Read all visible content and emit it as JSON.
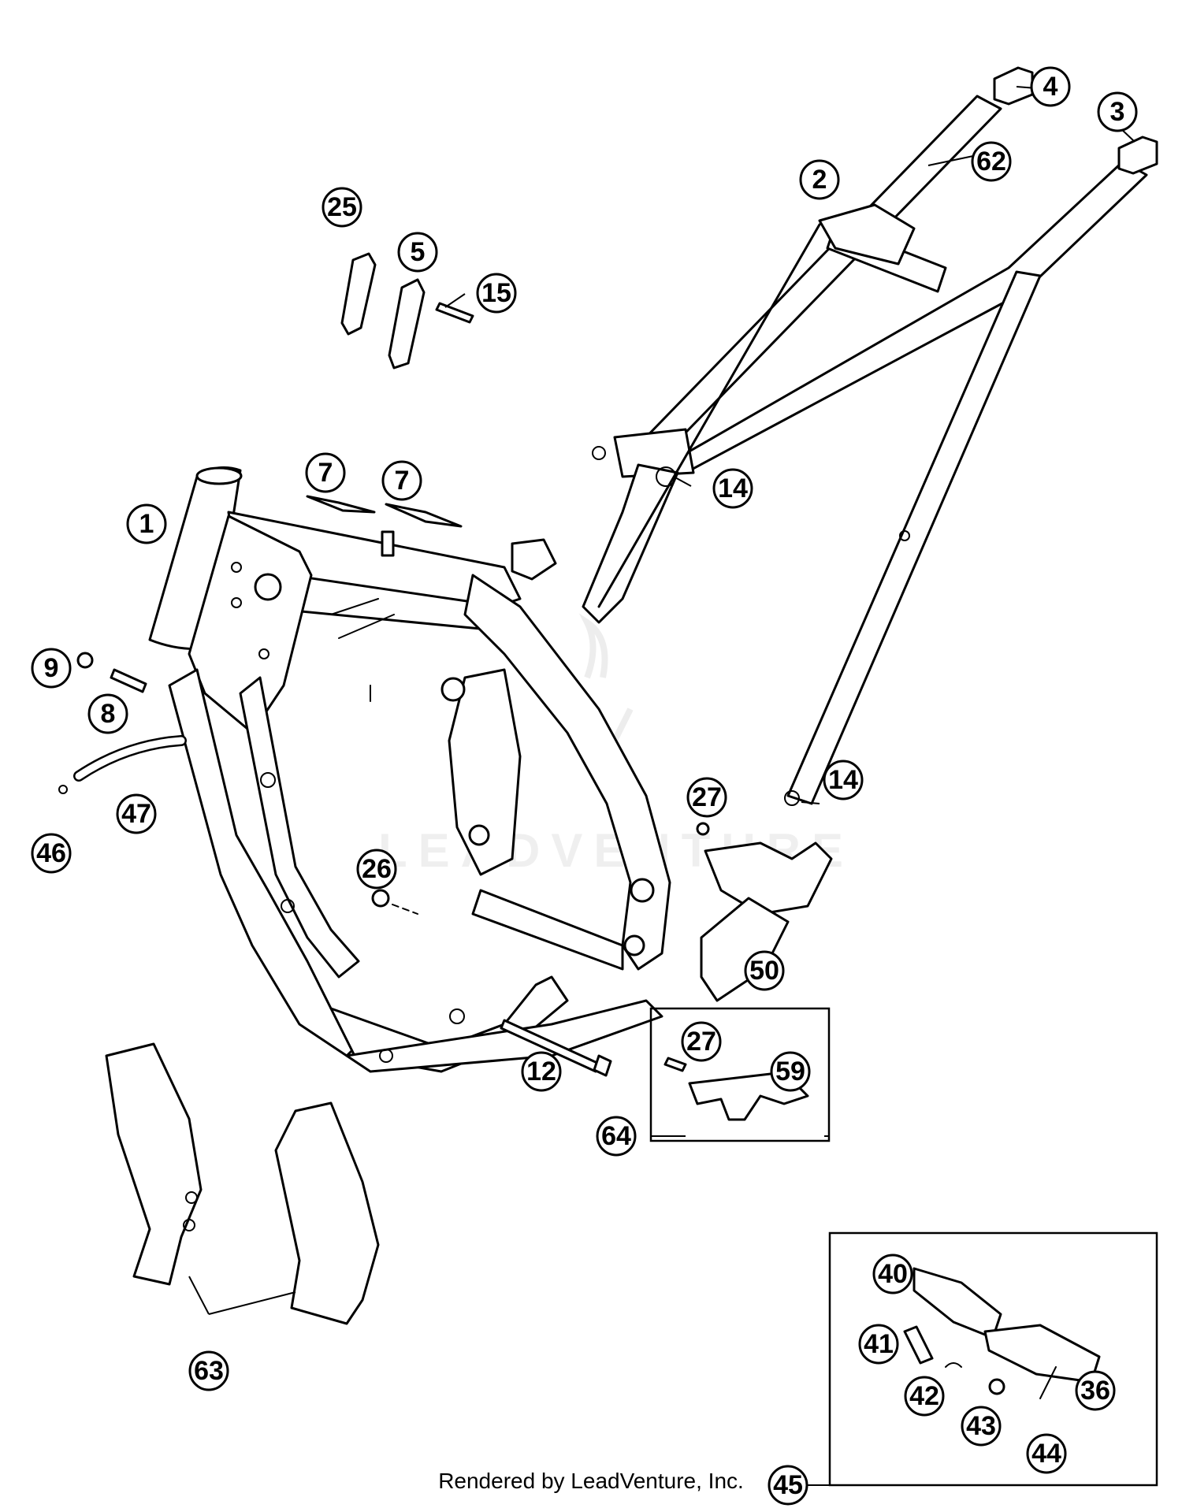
{
  "footer": "Rendered by LeadVenture, Inc.",
  "watermark": "LEADVENTURE",
  "callouts": [
    "1",
    "2",
    "3",
    "4",
    "5",
    "7",
    "7",
    "8",
    "9",
    "12",
    "14",
    "14",
    "15",
    "25",
    "26",
    "27",
    "27",
    "36",
    "40",
    "41",
    "42",
    "43",
    "44",
    "45",
    "46",
    "47",
    "50",
    "59",
    "62",
    "63",
    "64"
  ]
}
